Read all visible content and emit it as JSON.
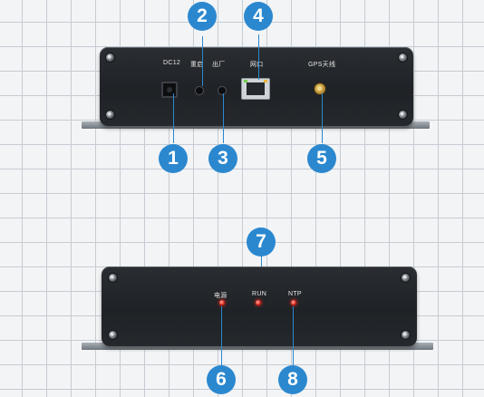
{
  "top_panel": {
    "dc_label": "DC12",
    "reset_label": "重启",
    "factory_label": "出厂",
    "lan_label": "网口",
    "gps_label": "GPS天线"
  },
  "bottom_panel": {
    "power_label": "电源",
    "run_label": "RUN",
    "ntp_label": "NTP"
  },
  "callouts": [
    "1",
    "2",
    "3",
    "4",
    "5",
    "6",
    "7",
    "8"
  ],
  "colors": {
    "callout": "#2b88cf",
    "panel": "#23262a",
    "led": "#e0241c"
  }
}
